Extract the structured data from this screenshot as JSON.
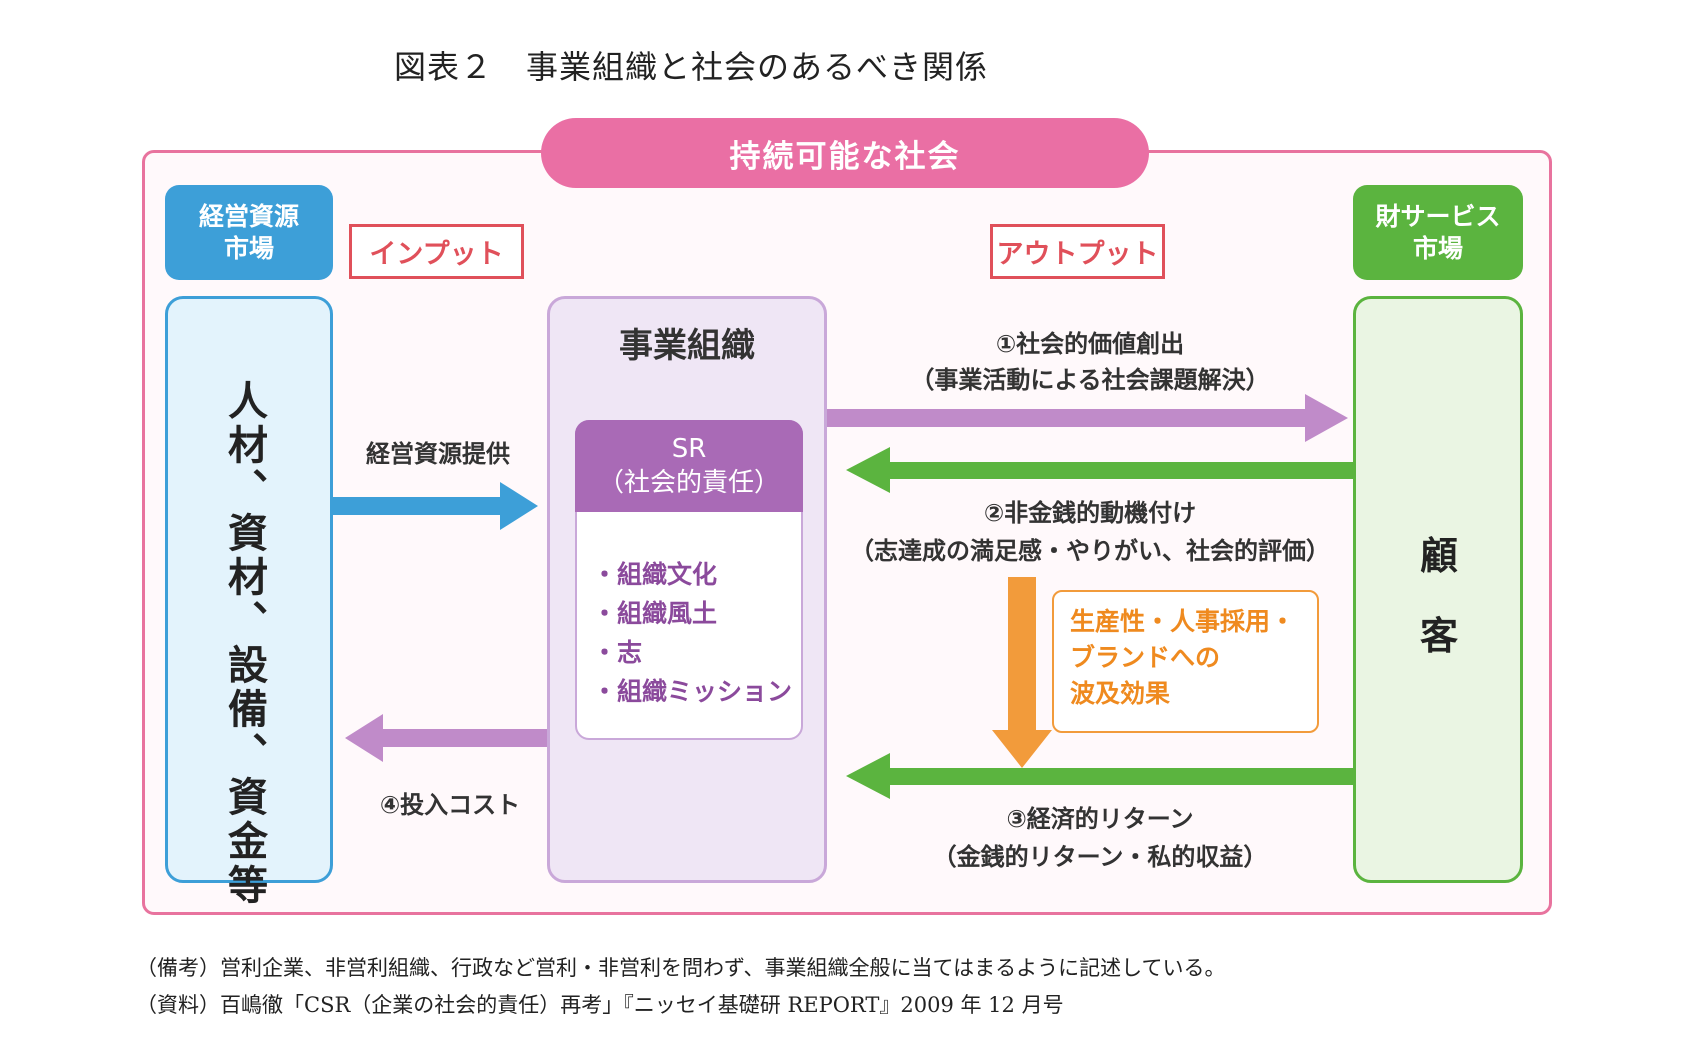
{
  "title": "図表２　事業組織と社会のあるべき関係",
  "banner": "持続可能な社会",
  "left_tag": [
    "経営資源",
    "市場"
  ],
  "right_tag": [
    "財サービス",
    "市場"
  ],
  "input_label": "インプット",
  "output_label": "アウトプット",
  "left_box_text": "人材、資材、設備、資金等",
  "org_title": "事業組織",
  "sr_head": [
    "SR",
    "（社会的責任）"
  ],
  "sr_items": [
    "・組織文化",
    "・組織風土",
    "・志",
    "・組織ミッション"
  ],
  "customer": [
    "顧",
    "客"
  ],
  "flow_input": "経営資源提供",
  "flow_cost": "④投入コスト",
  "flow1": [
    "①社会的価値創出",
    "（事業活動による社会課題解決）"
  ],
  "flow2": [
    "②非金銭的動機付け",
    "（志達成の満足感・やりがい、社会的評価）"
  ],
  "flow3": [
    "③経済的リターン",
    "（金銭的リターン・私的収益）"
  ],
  "spillover": [
    "生産性・人事採用・",
    "ブランドへの",
    "波及効果"
  ],
  "notes": [
    "（備考）営利企業、非営利組織、行政など営利・非営利を問わず、事業組織全般に当てはまるように記述している。",
    "（資料）百嶋徹「CSR（企業の社会的責任）再考」『ニッセイ基礎研 REPORT』2009 年 12 月号"
  ],
  "colors": {
    "pink": "#ea6fa4",
    "blue": "#3d9fd8",
    "green": "#5bb43f",
    "purple": "#a96ab6",
    "orange": "#ef8a1f",
    "red": "#e0505a"
  }
}
